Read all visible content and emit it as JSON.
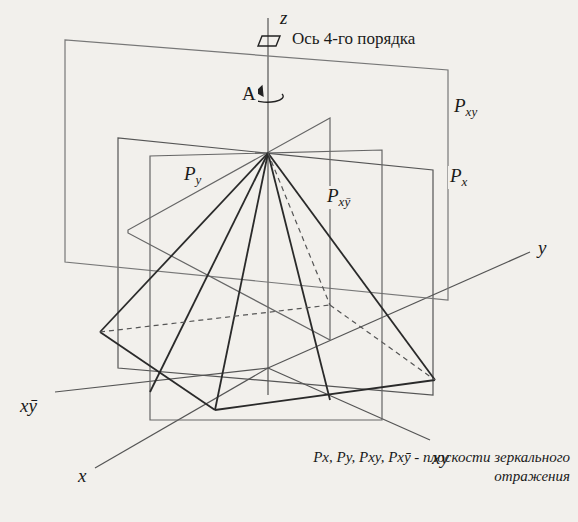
{
  "diagram": {
    "labels": [
      "z",
      "Ось 4-го порядка",
      "A",
      "Pxy",
      "Px",
      "Py",
      "Pxȳ",
      "xȳ",
      "x",
      "xy",
      "y",
      "Px, Py, Pxy, Pxȳ - плоскости зеркального отражения"
    ]
  }
}
